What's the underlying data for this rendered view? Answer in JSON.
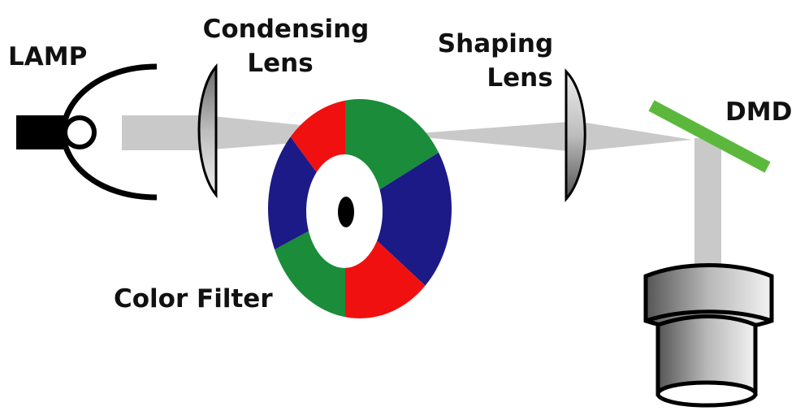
{
  "labels": {
    "lamp": "LAMP",
    "condensing_lens_line1": "Condensing",
    "condensing_lens_line2": "Lens",
    "shaping_lens_line1": "Shaping",
    "shaping_lens_line2": "Lens",
    "dmd": "DMD",
    "color_filter": "Color Filter"
  },
  "colors": {
    "beam": "#c9c9c9",
    "red": "#f01010",
    "green": "#1a8c3a",
    "blue": "#1c1a86",
    "dmd": "#5cb83c"
  },
  "color_wheel_segments": [
    "green",
    "blue",
    "red",
    "green",
    "blue",
    "red"
  ]
}
